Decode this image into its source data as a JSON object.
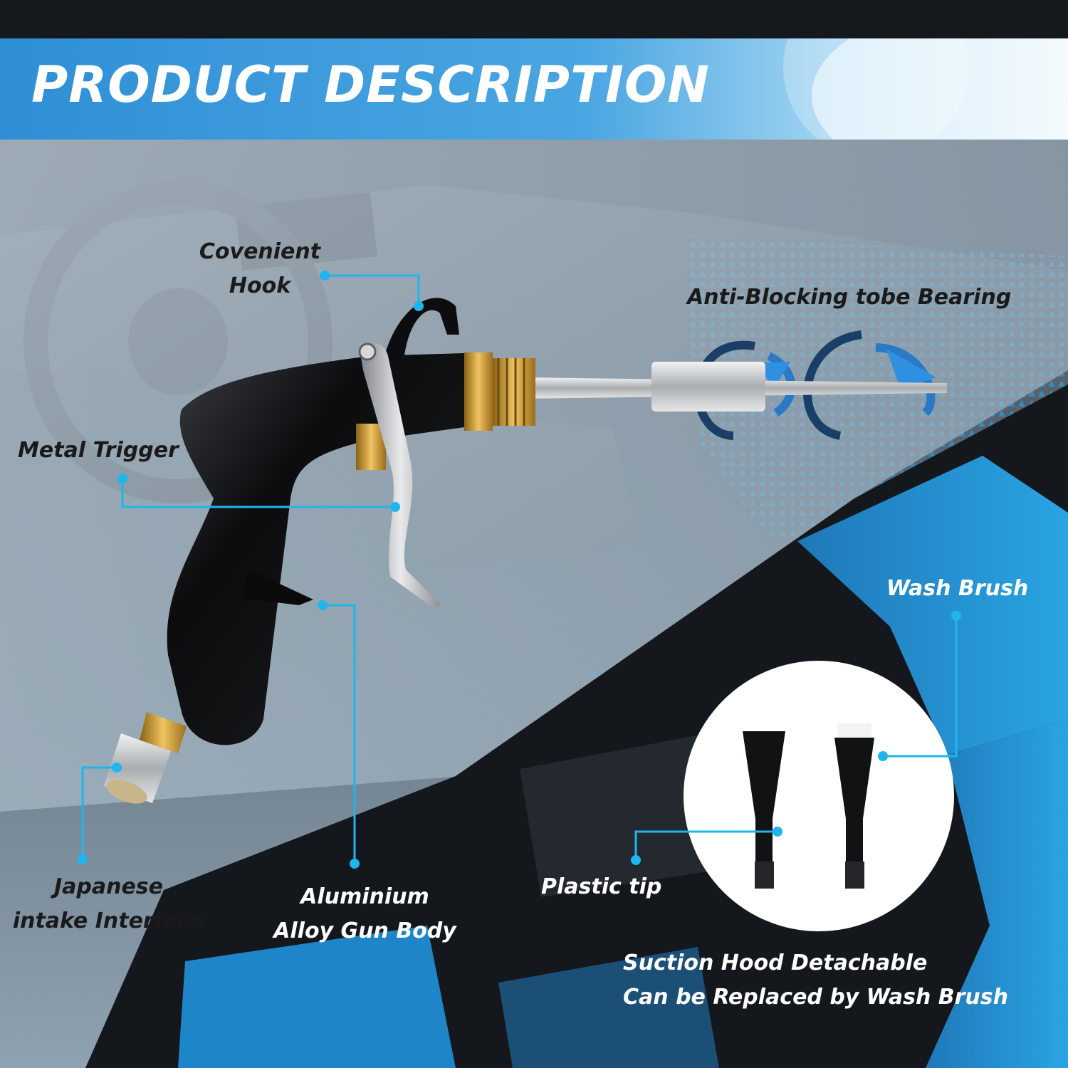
{
  "banner": {
    "title": "PRODUCT DESCRIPTION"
  },
  "labels": {
    "hook": [
      "Covenient",
      "Hook"
    ],
    "bearing": "Anti-Blocking tobe Bearing",
    "trigger": "Metal Trigger",
    "wash_brush": "Wash Brush",
    "intake": [
      "Japanese",
      "intake Interface"
    ],
    "gun_body": [
      "Aluminium",
      "Alloy Gun Body"
    ],
    "plastic_tip": "Plastic tip",
    "suction": [
      "Suction Hood Detachable",
      "Can be Replaced by Wash Brush"
    ]
  },
  "colors": {
    "accent": "#1fb6ee",
    "banner": "#3a9ad9",
    "gun_body": "#0d0d0f",
    "brass": "#c9962e",
    "seat_blue": "#1e8fd0"
  },
  "icons": [
    "callout-dot-icon",
    "rotation-arrow-icon"
  ]
}
